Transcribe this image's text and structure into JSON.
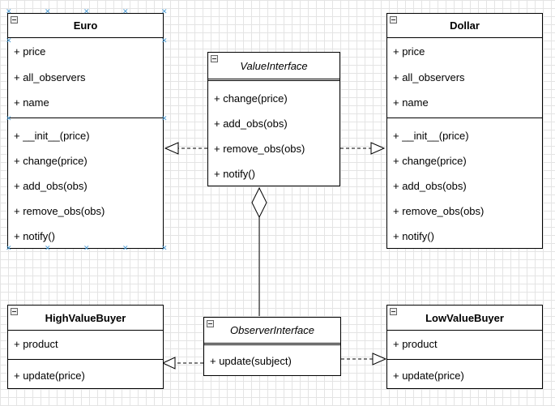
{
  "classes": {
    "euro": {
      "title": "Euro",
      "attributes": [
        "+ price",
        "+ all_observers",
        "+ name"
      ],
      "methods": [
        "+ __init__(price)",
        "+ change(price)",
        "+ add_obs(obs)",
        "+ remove_obs(obs)",
        "+ notify()"
      ]
    },
    "dollar": {
      "title": "Dollar",
      "attributes": [
        "+ price",
        "+ all_observers",
        "+ name"
      ],
      "methods": [
        "+ __init__(price)",
        "+ change(price)",
        "+ add_obs(obs)",
        "+ remove_obs(obs)",
        "+ notify()"
      ]
    },
    "value_interface": {
      "title": "ValueInterface",
      "methods": [
        "+ change(price)",
        "+ add_obs(obs)",
        "+ remove_obs(obs)",
        "+ notify()"
      ]
    },
    "high_value_buyer": {
      "title": "HighValueBuyer",
      "attributes": [
        "+ product"
      ],
      "methods": [
        "+ update(price)"
      ]
    },
    "observer_interface": {
      "title": "ObserverInterface",
      "methods": [
        "+ update(subject)"
      ]
    },
    "low_value_buyer": {
      "title": "LowValueBuyer",
      "attributes": [
        "+ product"
      ],
      "methods": [
        "+ update(price)"
      ]
    }
  },
  "icons": {
    "collapse": "minus-square-icon",
    "selection_handle": "x-handle-icon"
  },
  "colors": {
    "line": "#000000",
    "grid": "#e4e4e4",
    "handle": "#4a9bd5"
  }
}
